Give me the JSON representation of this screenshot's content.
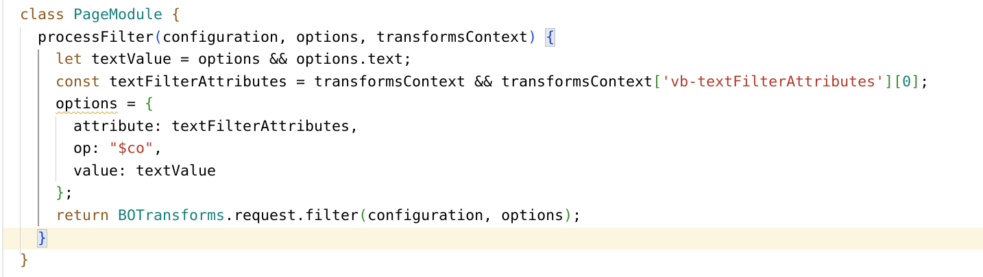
{
  "editor": {
    "language": "javascript",
    "highlighted_line": 11,
    "colors": {
      "keyword": "#8c5a1e",
      "class_name": "#17807a",
      "string": "#b23a2a",
      "number": "#17807a",
      "bracket_match": "#1e3fd4",
      "current_line_bg": "#fcf6e0",
      "warning_squiggle": "#d8a62a"
    },
    "lines": [
      {
        "n": 1,
        "indent": "",
        "tokens": [
          "class",
          " ",
          "PageModule",
          " ",
          "{"
        ]
      },
      {
        "n": 2,
        "indent": "  ",
        "tokens": [
          "processFilter",
          "(",
          "configuration, options, transformsContext",
          ")",
          " ",
          "{"
        ]
      },
      {
        "n": 3,
        "indent": "    ",
        "tokens": [
          "let",
          " textValue = options && options.text;"
        ]
      },
      {
        "n": 4,
        "indent": "    ",
        "tokens": [
          "const",
          " textFilterAttributes = transformsContext && transformsContext",
          "[",
          "'vb-textFilterAttributes'",
          "]",
          "[",
          "0",
          "]",
          ";"
        ]
      },
      {
        "n": 5,
        "indent": "    ",
        "tokens": [
          "options",
          " = ",
          "{"
        ]
      },
      {
        "n": 6,
        "indent": "      ",
        "tokens": [
          "attribute: textFilterAttributes,"
        ]
      },
      {
        "n": 7,
        "indent": "      ",
        "tokens": [
          "op: ",
          "\"$co\"",
          ","
        ]
      },
      {
        "n": 8,
        "indent": "      ",
        "tokens": [
          "value: textValue"
        ]
      },
      {
        "n": 9,
        "indent": "    ",
        "tokens": [
          "}",
          ";"
        ]
      },
      {
        "n": 10,
        "indent": "    ",
        "tokens": [
          "return",
          " ",
          "BOTransforms",
          ".request.filter",
          "(",
          "configuration, options",
          ")",
          ";"
        ]
      },
      {
        "n": 11,
        "indent": "  ",
        "tokens": [
          "}"
        ]
      },
      {
        "n": 12,
        "indent": "",
        "tokens": [
          "}"
        ]
      }
    ]
  }
}
